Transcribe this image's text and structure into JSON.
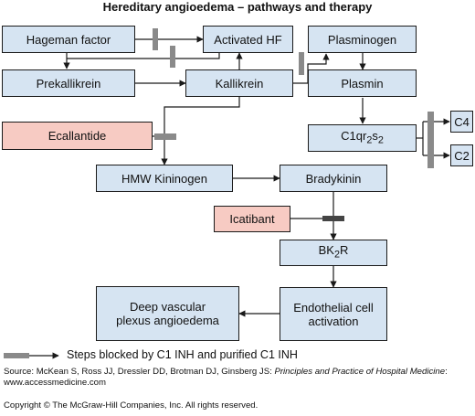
{
  "title": "Hereditary angioedema – pathways and therapy",
  "nodes": {
    "hageman": "Hageman factor",
    "activated_hf": "Activated HF",
    "plasminogen": "Plasminogen",
    "prekallikrein": "Prekallikrein",
    "kallikrein": "Kallikrein",
    "plasmin": "Plasmin",
    "ecallantide": "Ecallantide",
    "c1qr2s2": {
      "base": "C1qr",
      "sub1": "2",
      "mid": "s",
      "sub2": "2"
    },
    "c4": "C4",
    "c2": "C2",
    "hmw": "HMW Kininogen",
    "bradykinin": "Bradykinin",
    "icatibant": "Icatibant",
    "bk2r": {
      "base": "BK",
      "sub": "2",
      "tail": "R"
    },
    "deep": "Deep vascular plexus angioedema",
    "endothelial": "Endothelial cell activation"
  },
  "legend": "Steps blocked by C1 INH and purified C1 INH",
  "source": {
    "prefix": "Source: McKean S, Ross JJ, Dressler DD, Brotman DJ, Ginsberg JS:",
    "book": "Principles and Practice of Hospital Medicine",
    "suffix": ": www.accessmedicine.com"
  },
  "copyright": "Copyright © The McGraw-Hill Companies, Inc. All rights reserved.",
  "colors": {
    "node_fill": "#d6e4f2",
    "drug_fill": "#f7cbc3",
    "block_bar": "#8a8a8a",
    "line": "#1a1a1a"
  }
}
